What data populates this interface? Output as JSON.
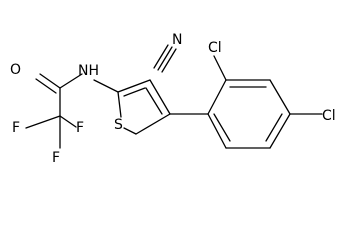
{
  "diagram": {
    "type": "chemical-structure",
    "atom_labels": {
      "nitrile_n": "N",
      "thiophene_s": "S",
      "amide_nh": "NH",
      "carbonyl_o": "O",
      "cl_ortho": "Cl",
      "cl_para": "Cl",
      "f1": "F",
      "f2": "F",
      "f3": "F"
    },
    "colors": {
      "bond": "#000000",
      "label": "#000000",
      "background": "#ffffff"
    }
  }
}
